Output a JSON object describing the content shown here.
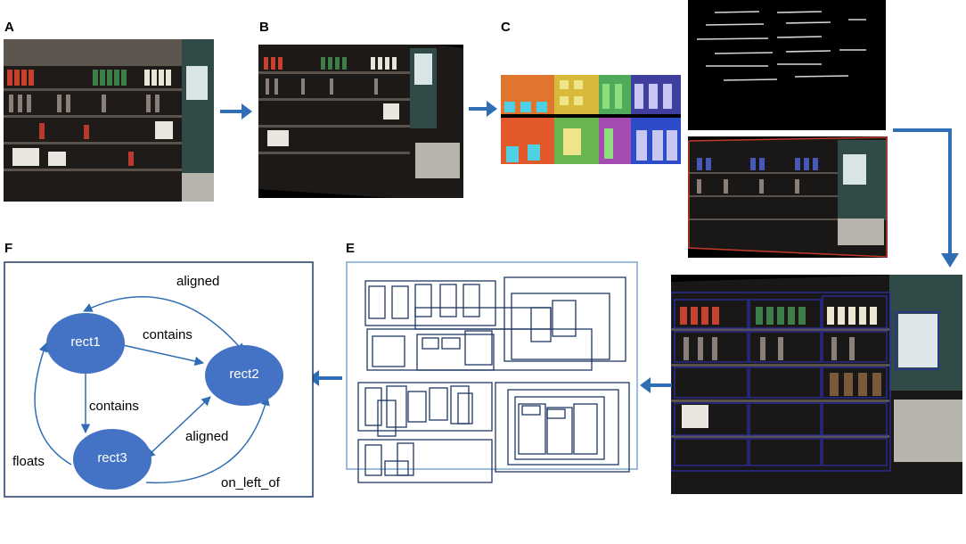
{
  "panels": {
    "a": "A",
    "b": "B",
    "c": "C",
    "e": "E",
    "f": "F"
  },
  "graph": {
    "nodes": {
      "rect1": "rect1",
      "rect2": "rect2",
      "rect3": "rect3"
    },
    "edges": {
      "aligned_top": "aligned",
      "contains_r1_r2": "contains",
      "contains_r1_r3": "contains",
      "aligned_r2_r3": "aligned",
      "floats": "floats",
      "on_left_of": "on_left_of"
    }
  },
  "colors": {
    "arrow": "#2f6eb5",
    "node_fill": "#4472c4",
    "box_stroke": "#1f3864",
    "panel_e_border": "#7fa6d4"
  }
}
